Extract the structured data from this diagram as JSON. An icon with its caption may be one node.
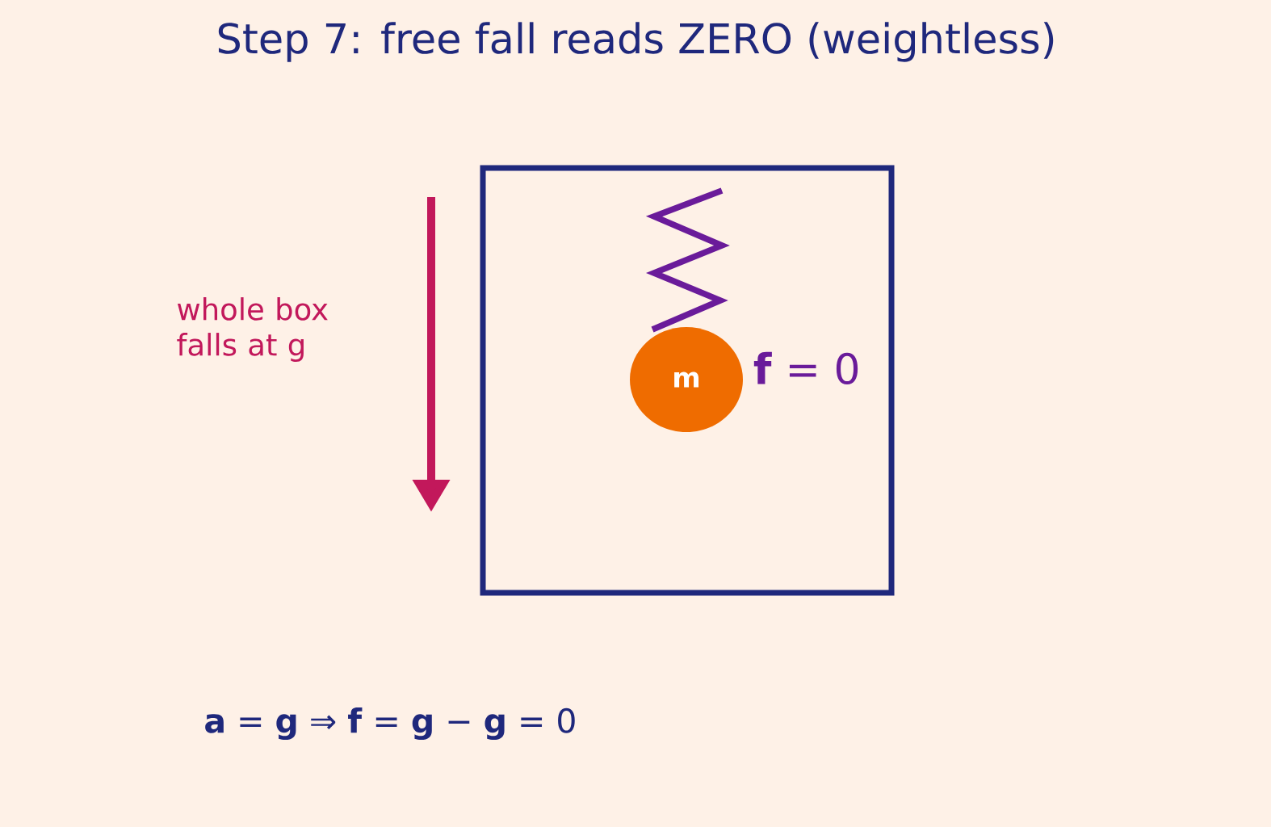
{
  "diagram": {
    "title": "Step 7: free fall reads ZERO (weightless)",
    "nodes": [
      {
        "text": [],
        "shape": "box"
      },
      {
        "text": [
          "m"
        ],
        "in": 0,
        "beside": [
          "**f** = 0"
        ]
      }
    ],
    "labels": [
      "whole box falls at g",
      "**a** = **g** ⇒ **f** = **g** − **g** = 0"
    ]
  }
}
